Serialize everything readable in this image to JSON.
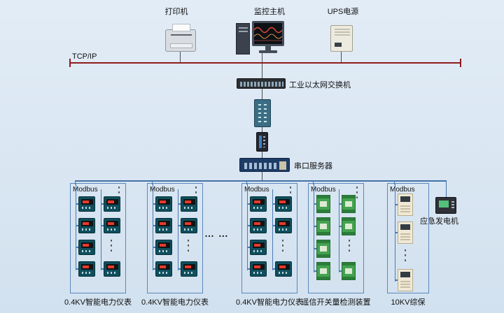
{
  "symbols": {
    "vdots": "⋮",
    "hdots": "… …"
  },
  "top_devices": {
    "printer": {
      "label": "打印机"
    },
    "monitor": {
      "label": "监控主机"
    },
    "ups": {
      "label": "UPS电源"
    }
  },
  "network": {
    "tcpip_label": "TCP/IP",
    "switch_label": "工业以太网交换机",
    "serial_server_label": "串口服务器"
  },
  "generator": {
    "label": "应急发电机"
  },
  "groups": [
    {
      "bus_label": "Modbus",
      "type": "meter",
      "device_name": "power-meter",
      "top_dots": true,
      "label": "0.4KV智能电力仪表",
      "columns": [
        {
          "items": [
            "dev",
            "dev",
            "dev",
            "dev"
          ]
        },
        {
          "items": [
            "dev",
            "dev",
            "dots",
            "dev"
          ]
        }
      ]
    },
    {
      "bus_label": "Modbus",
      "type": "meter",
      "device_name": "power-meter",
      "top_dots": true,
      "label": "0.4KV智能电力仪表",
      "columns": [
        {
          "items": [
            "dev",
            "dev",
            "dev",
            "dev"
          ]
        },
        {
          "items": [
            "dev",
            "dev",
            "dots",
            "dev"
          ]
        }
      ]
    },
    {
      "bus_label": "Modbus",
      "type": "meter",
      "device_name": "power-meter",
      "top_dots": true,
      "label": "0.4KV智能电力仪表",
      "columns": [
        {
          "items": [
            "dev",
            "dev",
            "dev",
            "dev"
          ]
        },
        {
          "items": [
            "dev",
            "dev",
            "dots",
            "dev"
          ]
        }
      ]
    },
    {
      "bus_label": "Modbus",
      "type": "green",
      "device_name": "remote-signal-module",
      "top_dots": true,
      "label": "遥信开关量检测装置",
      "columns": [
        {
          "items": [
            "dev",
            "dev",
            "dev",
            "dev"
          ]
        },
        {
          "items": [
            "dev",
            "dev",
            "dots",
            "dev"
          ]
        }
      ]
    },
    {
      "bus_label": "Modbus",
      "type": "prot",
      "device_name": "protection-relay",
      "top_dots": false,
      "label": "10KV综保",
      "columns": [
        {
          "items": [
            "dev",
            "dev",
            "dots",
            "dev"
          ]
        }
      ]
    }
  ]
}
